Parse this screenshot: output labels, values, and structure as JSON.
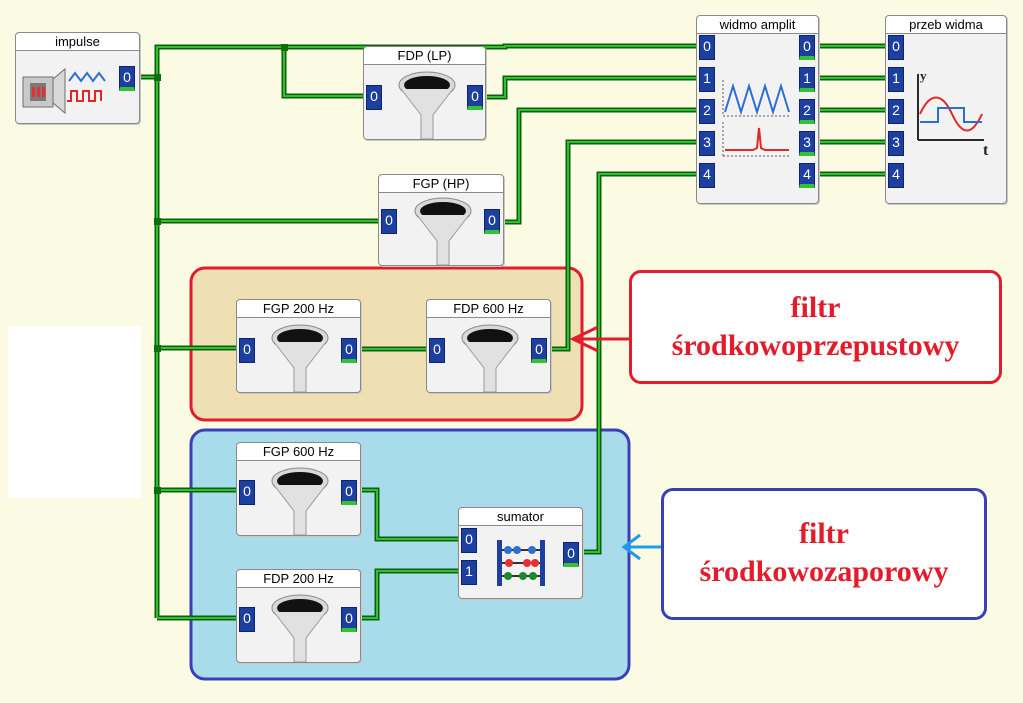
{
  "blocks": {
    "impulse": {
      "title": "impulse",
      "ports_out": [
        "0"
      ]
    },
    "fdp_lp": {
      "title": "FDP (LP)",
      "ports_in": [
        "0"
      ],
      "ports_out": [
        "0"
      ]
    },
    "fgp_hp": {
      "title": "FGP (HP)",
      "ports_in": [
        "0"
      ],
      "ports_out": [
        "0"
      ]
    },
    "fgp_200": {
      "title": "FGP 200 Hz",
      "ports_in": [
        "0"
      ],
      "ports_out": [
        "0"
      ]
    },
    "fdp_600": {
      "title": "FDP 600 Hz",
      "ports_in": [
        "0"
      ],
      "ports_out": [
        "0"
      ]
    },
    "fgp_600": {
      "title": "FGP 600 Hz",
      "ports_in": [
        "0"
      ],
      "ports_out": [
        "0"
      ]
    },
    "fdp_200": {
      "title": "FDP 200 Hz",
      "ports_in": [
        "0"
      ],
      "ports_out": [
        "0"
      ]
    },
    "sumator": {
      "title": "sumator",
      "ports_in": [
        "0",
        "1"
      ],
      "ports_out": [
        "0"
      ]
    },
    "widmo": {
      "title": "widmo amplit",
      "ports_in": [
        "0",
        "1",
        "2",
        "3",
        "4"
      ],
      "ports_out": [
        "0",
        "1",
        "2",
        "3",
        "4"
      ]
    },
    "przeb": {
      "title": "przeb widma",
      "ports_in": [
        "0",
        "1",
        "2",
        "3",
        "4"
      ],
      "axis_y": "y",
      "axis_t": "t"
    }
  },
  "callouts": {
    "bandpass": {
      "line1": "filtr",
      "line2": "środkowoprzepustowy"
    },
    "bandstop": {
      "line1": "filtr",
      "line2": "środkowozaporowy"
    }
  },
  "colors": {
    "background": "#fbfbe4",
    "wire": "#1a9a1a",
    "wire_node": "#0d6e0d",
    "port": "#1c3fa0",
    "bandpass_fill": "#efe0b4",
    "bandpass_border": "#e21c2a",
    "bandstop_fill": "#a9dcea",
    "bandstop_border": "#3a3fb8",
    "arrow_red": "#e21c2a",
    "arrow_blue": "#1e9ce8"
  }
}
